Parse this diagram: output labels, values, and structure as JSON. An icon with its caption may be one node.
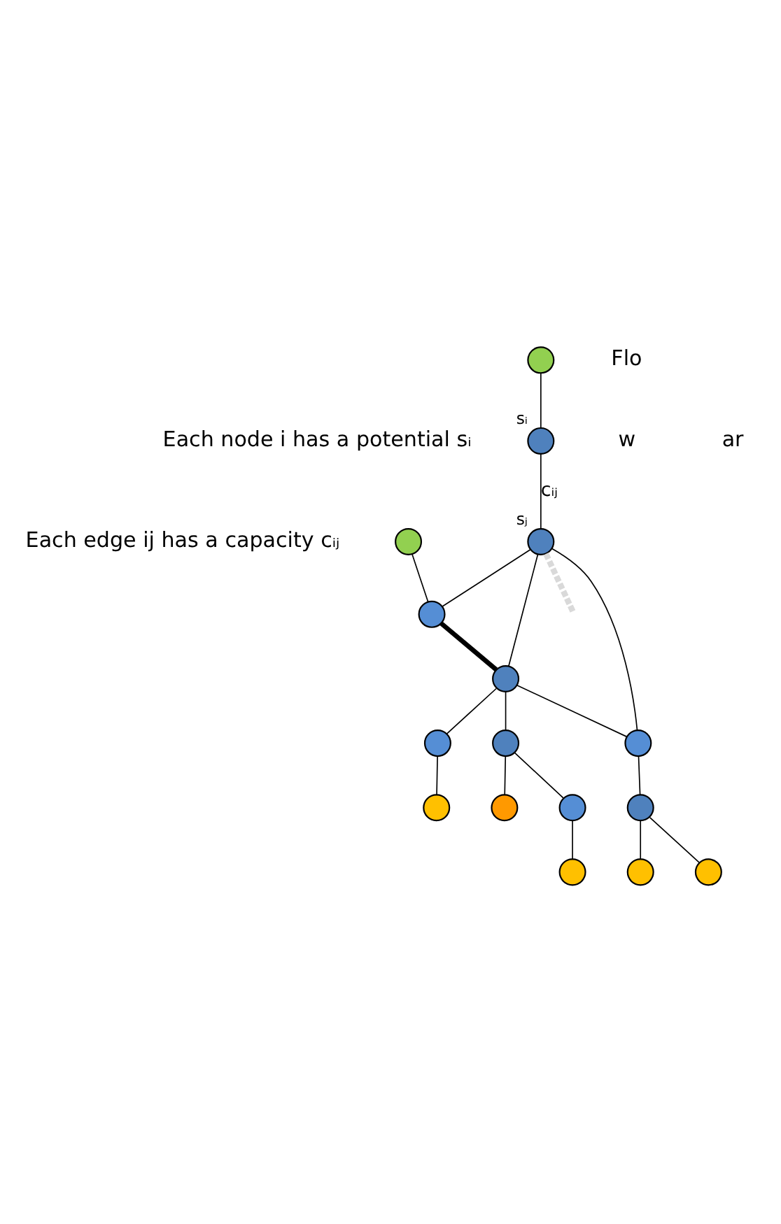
{
  "diagram": {
    "nodes": [
      {
        "text": [],
        "shape": "circle"
      },
      {
        "text": [],
        "shape": "circle",
        "beside": [
          "sᵢ"
        ]
      },
      {
        "text": [],
        "shape": "circle",
        "beside": [
          "sⱼ"
        ]
      },
      {
        "text": [],
        "shape": "circle"
      },
      {
        "text": [],
        "shape": "circle"
      },
      {
        "text": [],
        "shape": "circle"
      },
      {
        "text": [],
        "shape": "circle"
      },
      {
        "text": [],
        "shape": "circle"
      },
      {
        "text": [],
        "shape": "circle"
      },
      {
        "text": [],
        "shape": "circle"
      },
      {
        "text": [],
        "shape": "circle"
      },
      {
        "text": [],
        "shape": "circle"
      },
      {
        "text": [],
        "shape": "circle"
      },
      {
        "text": [],
        "shape": "circle"
      },
      {
        "text": [],
        "shape": "circle"
      },
      {
        "text": [],
        "shape": "circle"
      }
    ],
    "edges": [
      {
        "from": 0,
        "to": 1,
        "arrow": "none"
      },
      {
        "from": 1,
        "to": 2,
        "arrow": "none",
        "label": "cᵢⱼ"
      },
      {
        "from": 2,
        "to": 4,
        "arrow": "none"
      },
      {
        "from": 3,
        "to": 4,
        "arrow": "none"
      },
      {
        "from": 4,
        "to": 5,
        "arrow": "none",
        "style": "thick"
      },
      {
        "from": 2,
        "to": 5,
        "arrow": "none"
      },
      {
        "from": 5,
        "to": 6,
        "arrow": "none"
      },
      {
        "from": 2,
        "to": 6,
        "arrow": "none"
      },
      {
        "from": 6,
        "to": 7,
        "arrow": "none"
      },
      {
        "from": 7,
        "to": 10,
        "arrow": "none"
      },
      {
        "from": 7,
        "to": 8,
        "arrow": "none"
      },
      {
        "from": 5,
        "to": 9,
        "arrow": "none"
      },
      {
        "from": 5,
        "to": 11,
        "arrow": "none"
      },
      {
        "from": 9,
        "to": 12,
        "arrow": "none"
      },
      {
        "from": 11,
        "to": 13,
        "arrow": "none"
      },
      {
        "from": 11,
        "to": 14,
        "arrow": "none"
      },
      {
        "from": 13,
        "to": 15,
        "arrow": "none"
      },
      {
        "from": 2,
        "to": null,
        "arrow": "none",
        "style": "dashed",
        "color": "#d9d9d9"
      }
    ],
    "labels": [
      "Flo",
      "Each node i has a potential sᵢ",
      "w",
      "ar",
      "Each edge ij has a capacity cᵢⱼ"
    ]
  }
}
